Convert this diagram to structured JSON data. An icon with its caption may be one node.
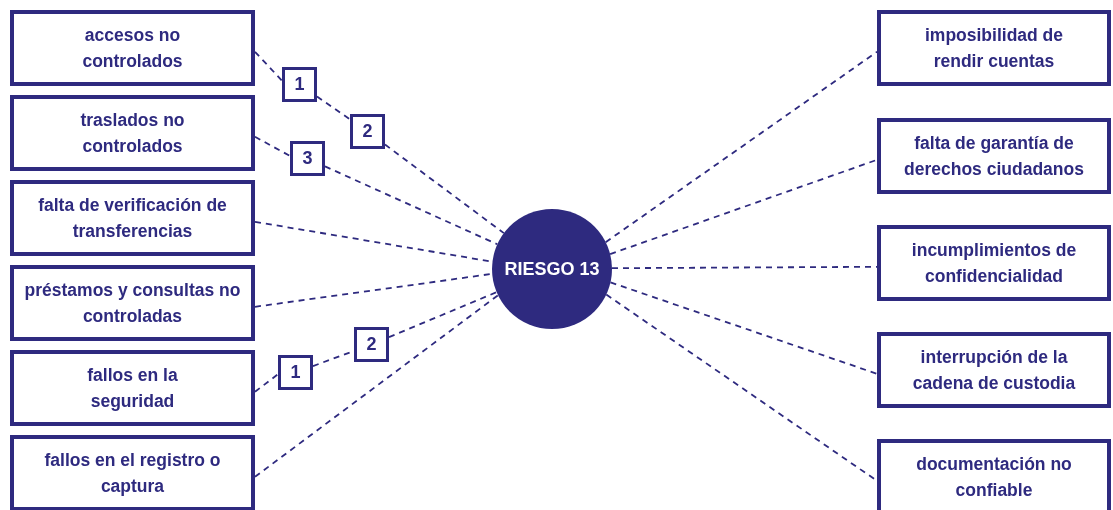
{
  "diagram": {
    "nodes": [
      {
        "text": [
          "accesos no controlados"
        ]
      },
      {
        "text": [
          "traslados no controlados"
        ]
      },
      {
        "text": [
          "falta de verificación de transferencias"
        ]
      },
      {
        "text": [
          "préstamos y consultas no controladas"
        ]
      },
      {
        "text": [
          "fallos en la seguridad"
        ]
      },
      {
        "text": [
          "fallos en el registro o captura"
        ]
      },
      {
        "text": [
          "RIESGO 13"
        ]
      },
      {
        "text": [
          "imposibilidad de rendir cuentas"
        ]
      },
      {
        "text": [
          "falta de garantía de derechos ciudadanos"
        ]
      },
      {
        "text": [
          "incumplimientos de confidencialidad"
        ]
      },
      {
        "text": [
          "interrupción de la cadena de custodia"
        ]
      },
      {
        "text": [
          "documentación no confiable"
        ]
      },
      {
        "text": [
          "1"
        ]
      },
      {
        "text": [
          "2"
        ]
      },
      {
        "text": [
          "3"
        ]
      },
      {
        "text": [
          "1"
        ]
      },
      {
        "text": [
          "2"
        ]
      }
    ],
    "edges": [
      {
        "from": 0,
        "to": 12,
        "arrow": "none",
        "style": "dashed"
      },
      {
        "from": 12,
        "to": 13,
        "arrow": "none",
        "style": "dashed"
      },
      {
        "from": 13,
        "to": 6,
        "arrow": "none",
        "style": "dashed"
      },
      {
        "from": 1,
        "to": 14,
        "arrow": "none",
        "style": "dashed"
      },
      {
        "from": 14,
        "to": 6,
        "arrow": "none",
        "style": "dashed"
      },
      {
        "from": 2,
        "to": 6,
        "arrow": "none",
        "style": "dashed"
      },
      {
        "from": 3,
        "to": 6,
        "arrow": "none",
        "style": "dashed"
      },
      {
        "from": 4,
        "to": 15,
        "arrow": "none",
        "style": "dashed"
      },
      {
        "from": 15,
        "to": 16,
        "arrow": "none",
        "style": "dashed"
      },
      {
        "from": 16,
        "to": 6,
        "arrow": "none",
        "style": "dashed"
      },
      {
        "from": 5,
        "to": 6,
        "arrow": "none",
        "style": "dashed"
      },
      {
        "from": 6,
        "to": 7,
        "arrow": "none",
        "style": "dashed"
      },
      {
        "from": 6,
        "to": 8,
        "arrow": "none",
        "style": "dashed"
      },
      {
        "from": 6,
        "to": 9,
        "arrow": "none",
        "style": "dashed"
      },
      {
        "from": 6,
        "to": 10,
        "arrow": "none",
        "style": "dashed"
      },
      {
        "from": 6,
        "to": 11,
        "arrow": "none",
        "style": "dashed"
      }
    ]
  }
}
